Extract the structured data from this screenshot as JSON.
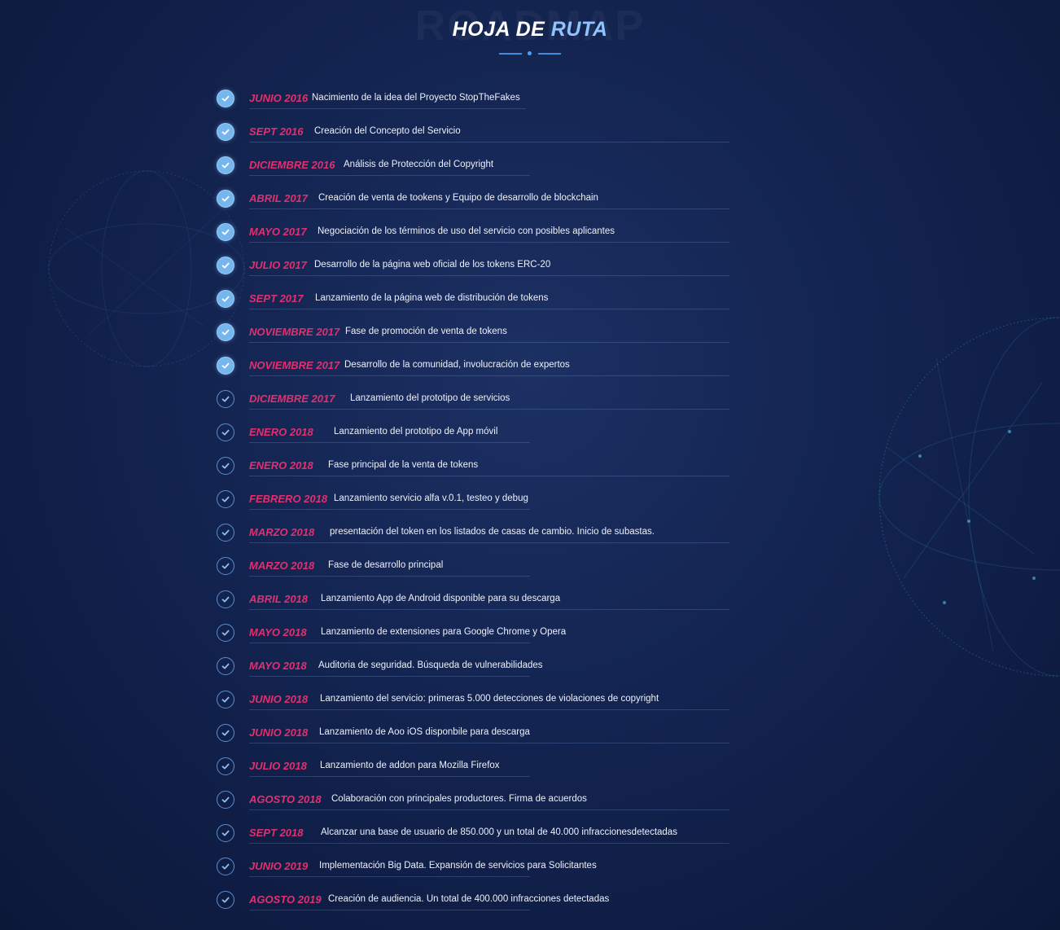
{
  "header": {
    "watermark": "ROADMAP",
    "title_part1": "HOJA DE",
    "title_part2": "RUTA"
  },
  "colors": {
    "background": "#142552",
    "date": "#e0306f",
    "title_accent": "#8fc4ff",
    "done_icon": "#76b6ef",
    "pending_icon": "#5a8fd0"
  },
  "milestones": [
    {
      "date": "JUNIO 2016",
      "text": "Nacimiento de la idea del Proyecto StopTheFakes",
      "status": "done",
      "icon": "check-circle-filled-icon"
    },
    {
      "date": "SEPT 2016",
      "text": "Creación del Concepto del Servicio",
      "status": "done",
      "icon": "check-circle-filled-icon"
    },
    {
      "date": "DICIEMBRE 2016",
      "text": "Análisis de Protección del Copyright",
      "status": "done",
      "icon": "check-circle-filled-icon"
    },
    {
      "date": "ABRIL 2017",
      "text": "Creación de venta de tookens y Equipo de desarrollo de blockchain",
      "status": "done",
      "icon": "check-circle-filled-icon"
    },
    {
      "date": "MAYO 2017",
      "text": "Negociación de los términos de uso del servicio con posibles aplicantes",
      "status": "done",
      "icon": "check-circle-filled-icon"
    },
    {
      "date": "JULIO 2017",
      "text": "Desarrollo de la página web oficial de los tokens ERC-20",
      "status": "done",
      "icon": "check-circle-filled-icon"
    },
    {
      "date": "SEPT 2017",
      "text": "Lanzamiento de la página web de distribución de tokens",
      "status": "done",
      "icon": "check-circle-filled-icon"
    },
    {
      "date": "NOVIEMBRE 2017",
      "text": "Fase de promoción de venta de tokens",
      "status": "done",
      "icon": "check-circle-filled-icon"
    },
    {
      "date": "NOVIEMBRE 2017",
      "text": "Desarrollo de la comunidad, involucración de expertos",
      "status": "done",
      "icon": "check-circle-filled-icon"
    },
    {
      "date": "DICIEMBRE 2017",
      "text": "Lanzamiento del prototipo de servicios",
      "status": "pending",
      "icon": "check-circle-outline-icon"
    },
    {
      "date": "ENERO 2018",
      "text": "Lanzamiento del prototipo de App móvil",
      "status": "pending",
      "icon": "check-circle-outline-icon"
    },
    {
      "date": "ENERO 2018",
      "text": "Fase principal de la venta de tokens",
      "status": "pending",
      "icon": "check-circle-outline-icon"
    },
    {
      "date": "FEBRERO 2018",
      "text": "Lanzamiento servicio alfa v.0.1, testeo y debug",
      "status": "pending",
      "icon": "check-circle-outline-icon"
    },
    {
      "date": "MARZO 2018",
      "text": "presentación del token en los listados de casas de cambio. Inicio de subastas.",
      "status": "pending",
      "icon": "check-circle-outline-icon"
    },
    {
      "date": "MARZO 2018",
      "text": "Fase de desarrollo principal",
      "status": "pending",
      "icon": "check-circle-outline-icon"
    },
    {
      "date": "ABRIL 2018",
      "text": "Lanzamiento App de Android disponible para su descarga",
      "status": "pending",
      "icon": "check-circle-outline-icon"
    },
    {
      "date": "MAYO 2018",
      "text": "Lanzamiento de extensiones para Google Chrome y Opera",
      "status": "pending",
      "icon": "check-circle-outline-icon"
    },
    {
      "date": "MAYO 2018",
      "text": "Auditoria de seguridad. Búsqueda de vulnerabilidades",
      "status": "pending",
      "icon": "check-circle-outline-icon"
    },
    {
      "date": "JUNIO 2018",
      "text": "Lanzamiento del servicio: primeras 5.000 detecciones de violaciones de copyright",
      "status": "pending",
      "icon": "check-circle-outline-icon"
    },
    {
      "date": "JUNIO 2018",
      "text": "Lanzamiento de Aoo iOS disponbile para descarga",
      "status": "pending",
      "icon": "check-circle-outline-icon"
    },
    {
      "date": "JULIO 2018",
      "text": "Lanzamiento de addon para Mozilla Firefox",
      "status": "pending",
      "icon": "check-circle-outline-icon"
    },
    {
      "date": "AGOSTO 2018",
      "text": "Colaboración con principales productores. Firma de acuerdos",
      "status": "pending",
      "icon": "check-circle-outline-icon"
    },
    {
      "date": "SEPT 2018",
      "text": "Alcanzar una base de usuario de 850.000 y un total de 40.000 infraccionesdetectadas",
      "status": "pending",
      "icon": "check-circle-outline-icon"
    },
    {
      "date": "JUNIO 2019",
      "text": "Implementación Big Data.  Expansión de servicios para Solicitantes",
      "status": "pending",
      "icon": "check-circle-outline-icon"
    },
    {
      "date": "AGOSTO 2019",
      "text": "Creación de audiencia. Un total de 400.000 infracciones detectadas",
      "status": "pending",
      "icon": "check-circle-outline-icon"
    }
  ]
}
